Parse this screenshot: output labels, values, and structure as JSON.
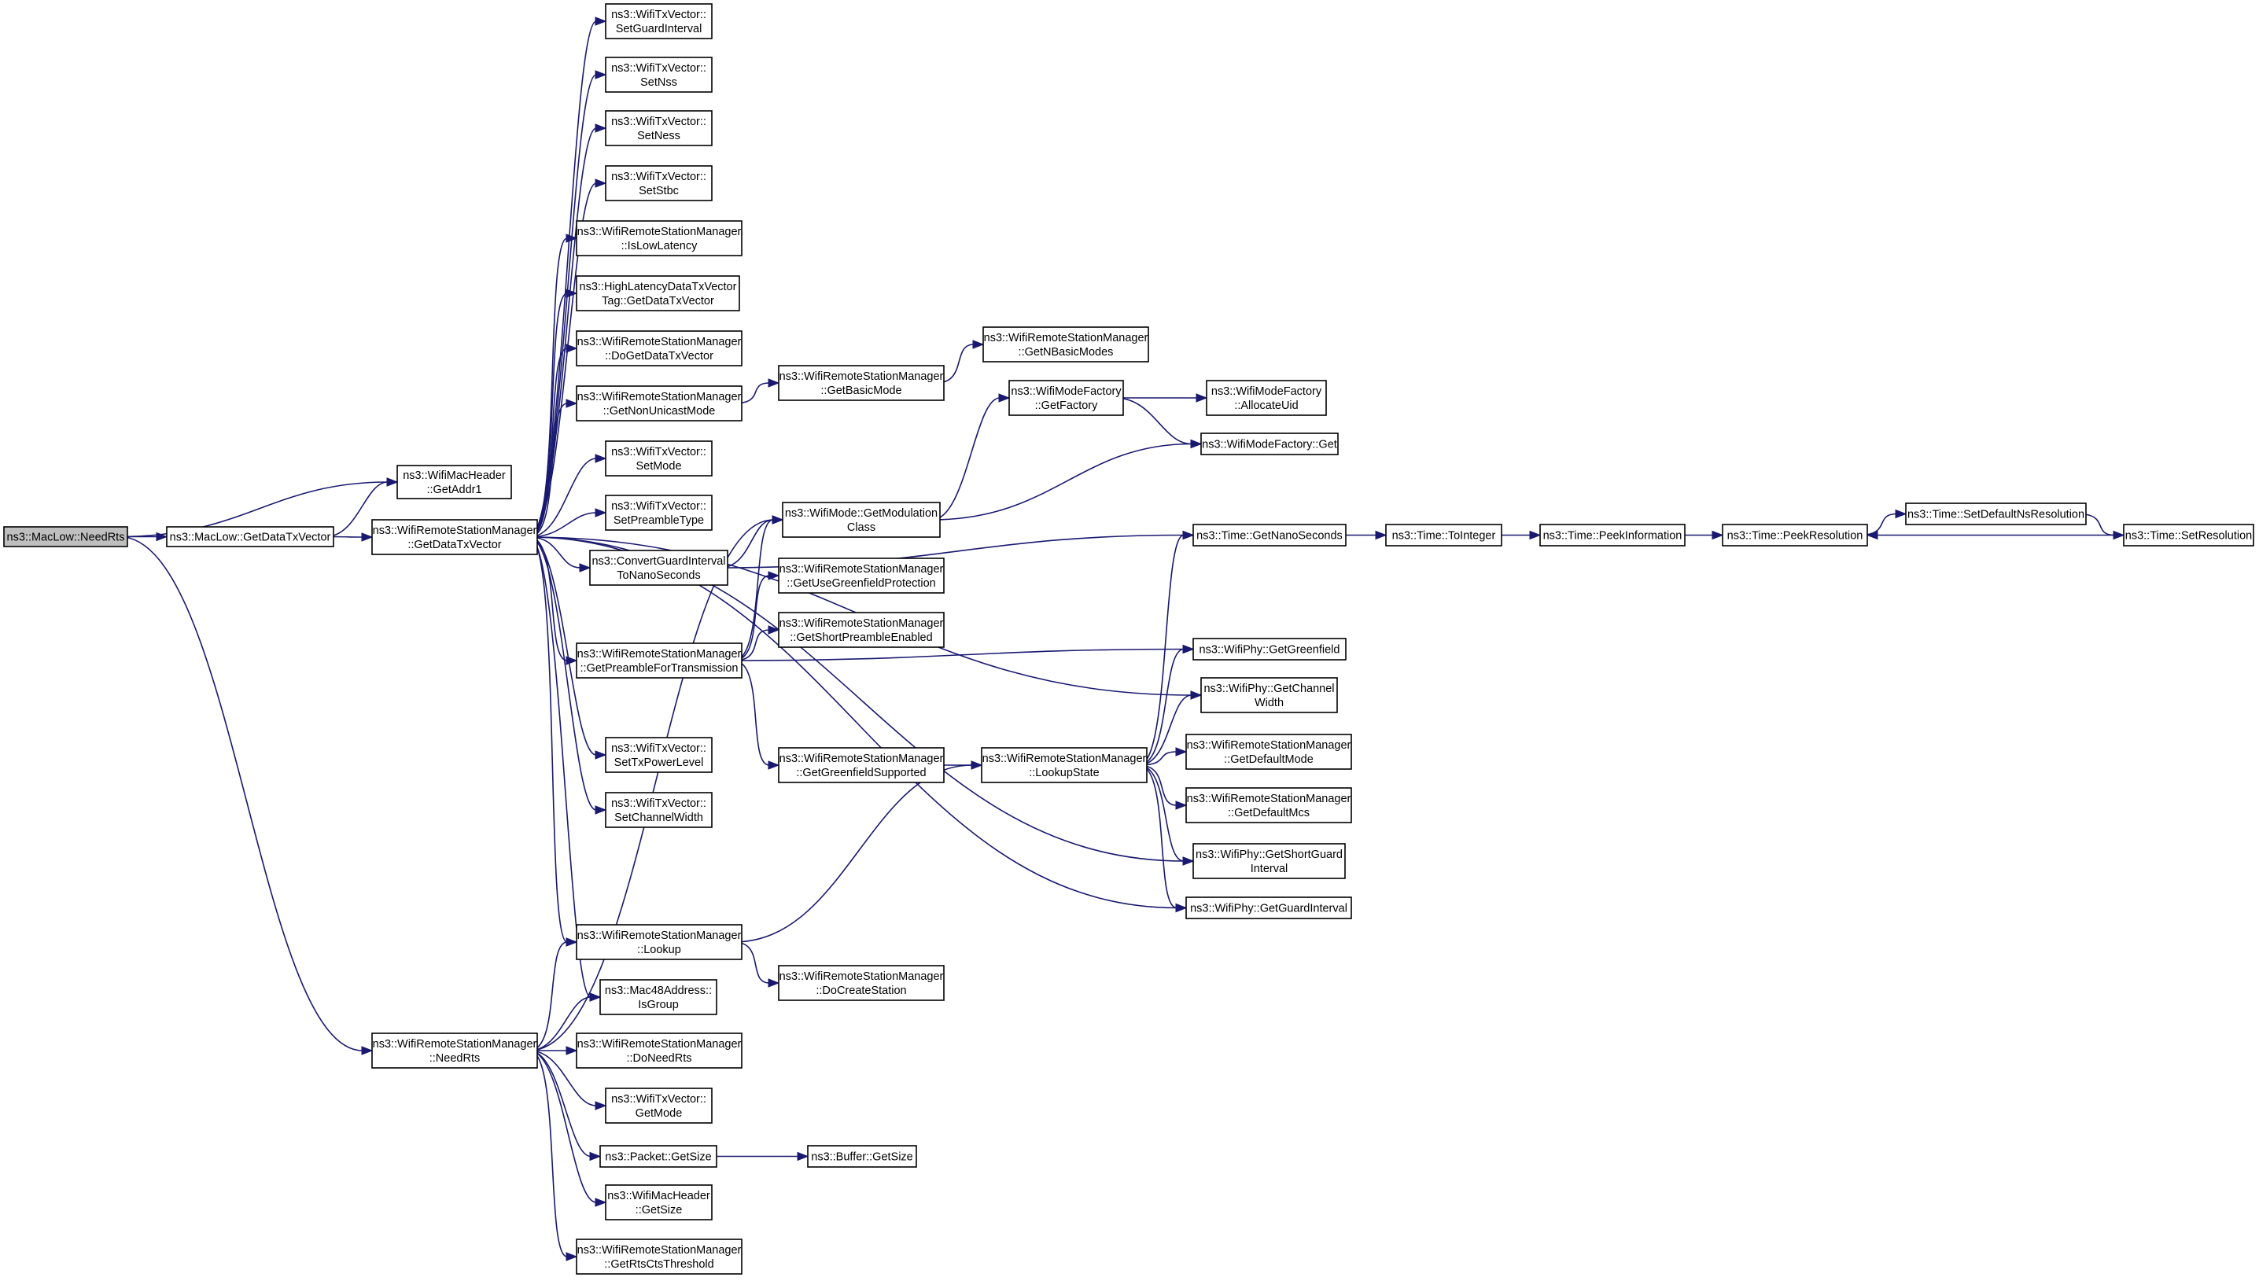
{
  "colors": {
    "edge": "#191970",
    "root_fill": "#bfbfbf",
    "node_fill": "#ffffff",
    "node_border": "#000000"
  },
  "nodes": [
    {
      "id": "macLowNeedRts",
      "lines": [
        "ns3::MacLow::NeedRts"
      ],
      "root": true
    },
    {
      "id": "macLowGetDataTxVector",
      "lines": [
        "ns3::MacLow::GetDataTxVector"
      ]
    },
    {
      "id": "wifiMacHeaderGetAddr1",
      "lines": [
        "ns3::WifiMacHeader",
        "::GetAddr1"
      ]
    },
    {
      "id": "wrsmGetDataTxVector",
      "lines": [
        "ns3::WifiRemoteStationManager",
        "::GetDataTxVector"
      ]
    },
    {
      "id": "wrsmNeedRts",
      "lines": [
        "ns3::WifiRemoteStationManager",
        "::NeedRts"
      ]
    },
    {
      "id": "txvSetGuardInterval",
      "lines": [
        "ns3::WifiTxVector::",
        "SetGuardInterval"
      ]
    },
    {
      "id": "txvSetNss",
      "lines": [
        "ns3::WifiTxVector::",
        "SetNss"
      ]
    },
    {
      "id": "txvSetNess",
      "lines": [
        "ns3::WifiTxVector::",
        "SetNess"
      ]
    },
    {
      "id": "txvSetStbc",
      "lines": [
        "ns3::WifiTxVector::",
        "SetStbc"
      ]
    },
    {
      "id": "wrsmIsLowLatency",
      "lines": [
        "ns3::WifiRemoteStationManager",
        "::IsLowLatency"
      ]
    },
    {
      "id": "hlTagGetDataTxVector",
      "lines": [
        "ns3::HighLatencyDataTxVector",
        "Tag::GetDataTxVector"
      ]
    },
    {
      "id": "wrsmDoGetDataTxVector",
      "lines": [
        "ns3::WifiRemoteStationManager",
        "::DoGetDataTxVector"
      ]
    },
    {
      "id": "wrsmGetNonUnicastMode",
      "lines": [
        "ns3::WifiRemoteStationManager",
        "::GetNonUnicastMode"
      ]
    },
    {
      "id": "txvSetMode",
      "lines": [
        "ns3::WifiTxVector::",
        "SetMode"
      ]
    },
    {
      "id": "txvSetPreambleType",
      "lines": [
        "ns3::WifiTxVector::",
        "SetPreambleType"
      ]
    },
    {
      "id": "convertGuardInterval",
      "lines": [
        "ns3::ConvertGuardInterval",
        "ToNanoSeconds"
      ]
    },
    {
      "id": "wrsmGetPreambleForTransmission",
      "lines": [
        "ns3::WifiRemoteStationManager",
        "::GetPreambleForTransmission"
      ]
    },
    {
      "id": "txvSetTxPowerLevel",
      "lines": [
        "ns3::WifiTxVector::",
        "SetTxPowerLevel"
      ]
    },
    {
      "id": "txvSetChannelWidth",
      "lines": [
        "ns3::WifiTxVector::",
        "SetChannelWidth"
      ]
    },
    {
      "id": "wrsmLookup",
      "lines": [
        "ns3::WifiRemoteStationManager",
        "::Lookup"
      ]
    },
    {
      "id": "mac48IsGroup",
      "lines": [
        "ns3::Mac48Address::",
        "IsGroup"
      ]
    },
    {
      "id": "wrsmDoNeedRts",
      "lines": [
        "ns3::WifiRemoteStationManager",
        "::DoNeedRts"
      ]
    },
    {
      "id": "txvGetMode",
      "lines": [
        "ns3::WifiTxVector::",
        "GetMode"
      ]
    },
    {
      "id": "packetGetSize",
      "lines": [
        "ns3::Packet::GetSize"
      ]
    },
    {
      "id": "wifiMacHeaderGetSize",
      "lines": [
        "ns3::WifiMacHeader",
        "::GetSize"
      ]
    },
    {
      "id": "wrsmGetRtsCtsThreshold",
      "lines": [
        "ns3::WifiRemoteStationManager",
        "::GetRtsCtsThreshold"
      ]
    },
    {
      "id": "wrsmGetBasicMode",
      "lines": [
        "ns3::WifiRemoteStationManager",
        "::GetBasicMode"
      ]
    },
    {
      "id": "wifiModeGetModulationClass",
      "lines": [
        "ns3::WifiMode::GetModulation",
        "Class"
      ]
    },
    {
      "id": "wrsmGetUseGreenfieldProtection",
      "lines": [
        "ns3::WifiRemoteStationManager",
        "::GetUseGreenfieldProtection"
      ]
    },
    {
      "id": "wrsmGetShortPreambleEnabled",
      "lines": [
        "ns3::WifiRemoteStationManager",
        "::GetShortPreambleEnabled"
      ]
    },
    {
      "id": "wrsmGetGreenfieldSupported",
      "lines": [
        "ns3::WifiRemoteStationManager",
        "::GetGreenfieldSupported"
      ]
    },
    {
      "id": "wrsmDoCreateStation",
      "lines": [
        "ns3::WifiRemoteStationManager",
        "::DoCreateStation"
      ]
    },
    {
      "id": "bufferGetSize",
      "lines": [
        "ns3::Buffer::GetSize"
      ]
    },
    {
      "id": "wrsmGetNBasicModes",
      "lines": [
        "ns3::WifiRemoteStationManager",
        "::GetNBasicModes"
      ]
    },
    {
      "id": "wmfGetFactory",
      "lines": [
        "ns3::WifiModeFactory",
        "::GetFactory"
      ]
    },
    {
      "id": "wrsmLookupState",
      "lines": [
        "ns3::WifiRemoteStationManager",
        "::LookupState"
      ]
    },
    {
      "id": "wmfAllocateUid",
      "lines": [
        "ns3::WifiModeFactory",
        "::AllocateUid"
      ]
    },
    {
      "id": "wmfGet",
      "lines": [
        "ns3::WifiModeFactory::Get"
      ]
    },
    {
      "id": "timeGetNanoSeconds",
      "lines": [
        "ns3::Time::GetNanoSeconds"
      ]
    },
    {
      "id": "phyGetGreenfield",
      "lines": [
        "ns3::WifiPhy::GetGreenfield"
      ]
    },
    {
      "id": "phyGetChannelWidth",
      "lines": [
        "ns3::WifiPhy::GetChannel",
        "Width"
      ]
    },
    {
      "id": "wrsmGetDefaultMode",
      "lines": [
        "ns3::WifiRemoteStationManager",
        "::GetDefaultMode"
      ]
    },
    {
      "id": "wrsmGetDefaultMcs",
      "lines": [
        "ns3::WifiRemoteStationManager",
        "::GetDefaultMcs"
      ]
    },
    {
      "id": "phyGetShortGuardInterval",
      "lines": [
        "ns3::WifiPhy::GetShortGuard",
        "Interval"
      ]
    },
    {
      "id": "phyGetGuardInterval",
      "lines": [
        "ns3::WifiPhy::GetGuardInterval"
      ]
    },
    {
      "id": "timeToInteger",
      "lines": [
        "ns3::Time::ToInteger"
      ]
    },
    {
      "id": "timePeekInformation",
      "lines": [
        "ns3::Time::PeekInformation"
      ]
    },
    {
      "id": "timePeekResolution",
      "lines": [
        "ns3::Time::PeekResolution"
      ]
    },
    {
      "id": "timeSetDefaultNsResolution",
      "lines": [
        "ns3::Time::SetDefaultNsResolution"
      ]
    },
    {
      "id": "timeSetResolution",
      "lines": [
        "ns3::Time::SetResolution"
      ]
    }
  ],
  "edges": [
    [
      "macLowNeedRts",
      "macLowGetDataTxVector"
    ],
    [
      "macLowNeedRts",
      "wifiMacHeaderGetAddr1"
    ],
    [
      "macLowNeedRts",
      "wrsmNeedRts"
    ],
    [
      "macLowGetDataTxVector",
      "wifiMacHeaderGetAddr1"
    ],
    [
      "macLowGetDataTxVector",
      "wrsmGetDataTxVector"
    ],
    [
      "wrsmGetDataTxVector",
      "txvSetGuardInterval"
    ],
    [
      "wrsmGetDataTxVector",
      "txvSetNss"
    ],
    [
      "wrsmGetDataTxVector",
      "txvSetNess"
    ],
    [
      "wrsmGetDataTxVector",
      "txvSetStbc"
    ],
    [
      "wrsmGetDataTxVector",
      "wrsmIsLowLatency"
    ],
    [
      "wrsmGetDataTxVector",
      "hlTagGetDataTxVector"
    ],
    [
      "wrsmGetDataTxVector",
      "wrsmDoGetDataTxVector"
    ],
    [
      "wrsmGetDataTxVector",
      "wrsmGetNonUnicastMode"
    ],
    [
      "wrsmGetDataTxVector",
      "txvSetMode"
    ],
    [
      "wrsmGetDataTxVector",
      "txvSetPreambleType"
    ],
    [
      "wrsmGetDataTxVector",
      "convertGuardInterval"
    ],
    [
      "wrsmGetDataTxVector",
      "wrsmGetPreambleForTransmission"
    ],
    [
      "wrsmGetDataTxVector",
      "txvSetTxPowerLevel"
    ],
    [
      "wrsmGetDataTxVector",
      "txvSetChannelWidth"
    ],
    [
      "wrsmGetDataTxVector",
      "wrsmLookup"
    ],
    [
      "wrsmGetDataTxVector",
      "mac48IsGroup"
    ],
    [
      "wrsmGetDataTxVector",
      "phyGetChannelWidth"
    ],
    [
      "wrsmGetDataTxVector",
      "phyGetShortGuardInterval"
    ],
    [
      "wrsmGetDataTxVector",
      "phyGetGuardInterval"
    ],
    [
      "wrsmGetNonUnicastMode",
      "wrsmGetBasicMode"
    ],
    [
      "wrsmGetBasicMode",
      "wrsmGetNBasicModes"
    ],
    [
      "convertGuardInterval",
      "wifiModeGetModulationClass"
    ],
    [
      "convertGuardInterval",
      "timeGetNanoSeconds"
    ],
    [
      "wifiModeGetModulationClass",
      "wmfGetFactory"
    ],
    [
      "wifiModeGetModulationClass",
      "wmfGet"
    ],
    [
      "wmfGetFactory",
      "wmfAllocateUid"
    ],
    [
      "wmfGetFactory",
      "wmfGet"
    ],
    [
      "wrsmGetPreambleForTransmission",
      "wifiModeGetModulationClass"
    ],
    [
      "wrsmGetPreambleForTransmission",
      "wrsmGetUseGreenfieldProtection"
    ],
    [
      "wrsmGetPreambleForTransmission",
      "wrsmGetShortPreambleEnabled"
    ],
    [
      "wrsmGetPreambleForTransmission",
      "phyGetGreenfield"
    ],
    [
      "wrsmGetPreambleForTransmission",
      "wrsmGetGreenfieldSupported"
    ],
    [
      "wrsmGetGreenfieldSupported",
      "wrsmLookupState"
    ],
    [
      "wrsmLookupState",
      "timeGetNanoSeconds"
    ],
    [
      "wrsmLookupState",
      "phyGetGreenfield"
    ],
    [
      "wrsmLookupState",
      "phyGetChannelWidth"
    ],
    [
      "wrsmLookupState",
      "wrsmGetDefaultMode"
    ],
    [
      "wrsmLookupState",
      "wrsmGetDefaultMcs"
    ],
    [
      "wrsmLookupState",
      "phyGetShortGuardInterval"
    ],
    [
      "wrsmLookupState",
      "phyGetGuardInterval"
    ],
    [
      "wrsmLookup",
      "wrsmLookupState"
    ],
    [
      "wrsmLookup",
      "wrsmDoCreateStation"
    ],
    [
      "wrsmNeedRts",
      "wifiModeGetModulationClass"
    ],
    [
      "wrsmNeedRts",
      "wrsmLookup"
    ],
    [
      "wrsmNeedRts",
      "mac48IsGroup"
    ],
    [
      "wrsmNeedRts",
      "wrsmDoNeedRts"
    ],
    [
      "wrsmNeedRts",
      "txvGetMode"
    ],
    [
      "wrsmNeedRts",
      "packetGetSize"
    ],
    [
      "wrsmNeedRts",
      "wifiMacHeaderGetSize"
    ],
    [
      "wrsmNeedRts",
      "wrsmGetRtsCtsThreshold"
    ],
    [
      "packetGetSize",
      "bufferGetSize"
    ],
    [
      "timeGetNanoSeconds",
      "timeToInteger"
    ],
    [
      "timeToInteger",
      "timePeekInformation"
    ],
    [
      "timePeekInformation",
      "timePeekResolution"
    ],
    [
      "timePeekResolution",
      "timeSetDefaultNsResolution"
    ],
    [
      "timeSetDefaultNsResolution",
      "timeSetResolution"
    ],
    [
      "timeSetResolution",
      "timePeekResolution"
    ]
  ]
}
